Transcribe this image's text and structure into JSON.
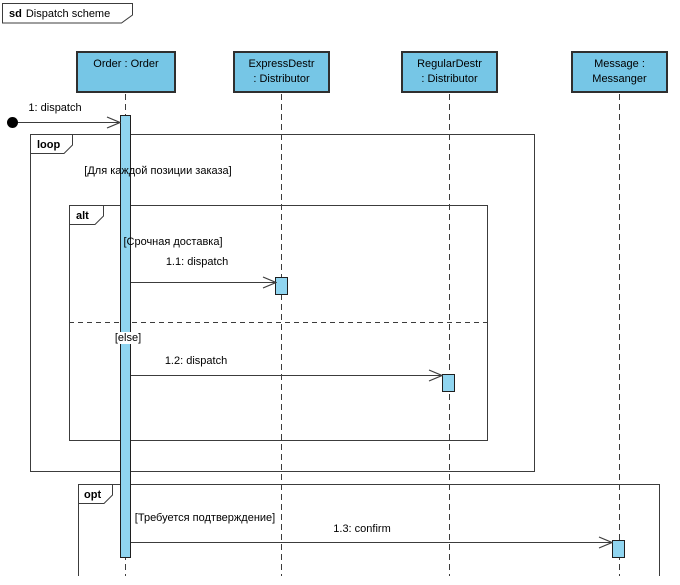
{
  "title": {
    "keyword": "sd",
    "name": "Dispatch scheme"
  },
  "lifelines": [
    {
      "id": "order",
      "line1": "Order : Order",
      "line2": ""
    },
    {
      "id": "express",
      "line1": "ExpressDestr",
      "line2": ": Distributor"
    },
    {
      "id": "regular",
      "line1": "RegularDestr",
      "line2": ": Distributor"
    },
    {
      "id": "message",
      "line1": "Message :",
      "line2": "Messanger"
    }
  ],
  "fragments": {
    "loop": {
      "operator": "loop",
      "guard": "[Для каждой позиции заказа]"
    },
    "alt": {
      "operator": "alt",
      "guard1": "[Срочная доставка]",
      "guard2": "[else]"
    },
    "opt": {
      "operator": "opt",
      "guard": "[Требуется подтверждение]"
    }
  },
  "messages": {
    "m1": {
      "label": "1: dispatch"
    },
    "m11": {
      "label": "1.1: dispatch"
    },
    "m12": {
      "label": "1.2: dispatch"
    },
    "m13": {
      "label": "1.3: confirm"
    }
  },
  "colors": {
    "node_fill": "#76C6E6",
    "activation_fill": "#90D5F0",
    "border": "#333333",
    "bg": "#FFFFFF"
  }
}
